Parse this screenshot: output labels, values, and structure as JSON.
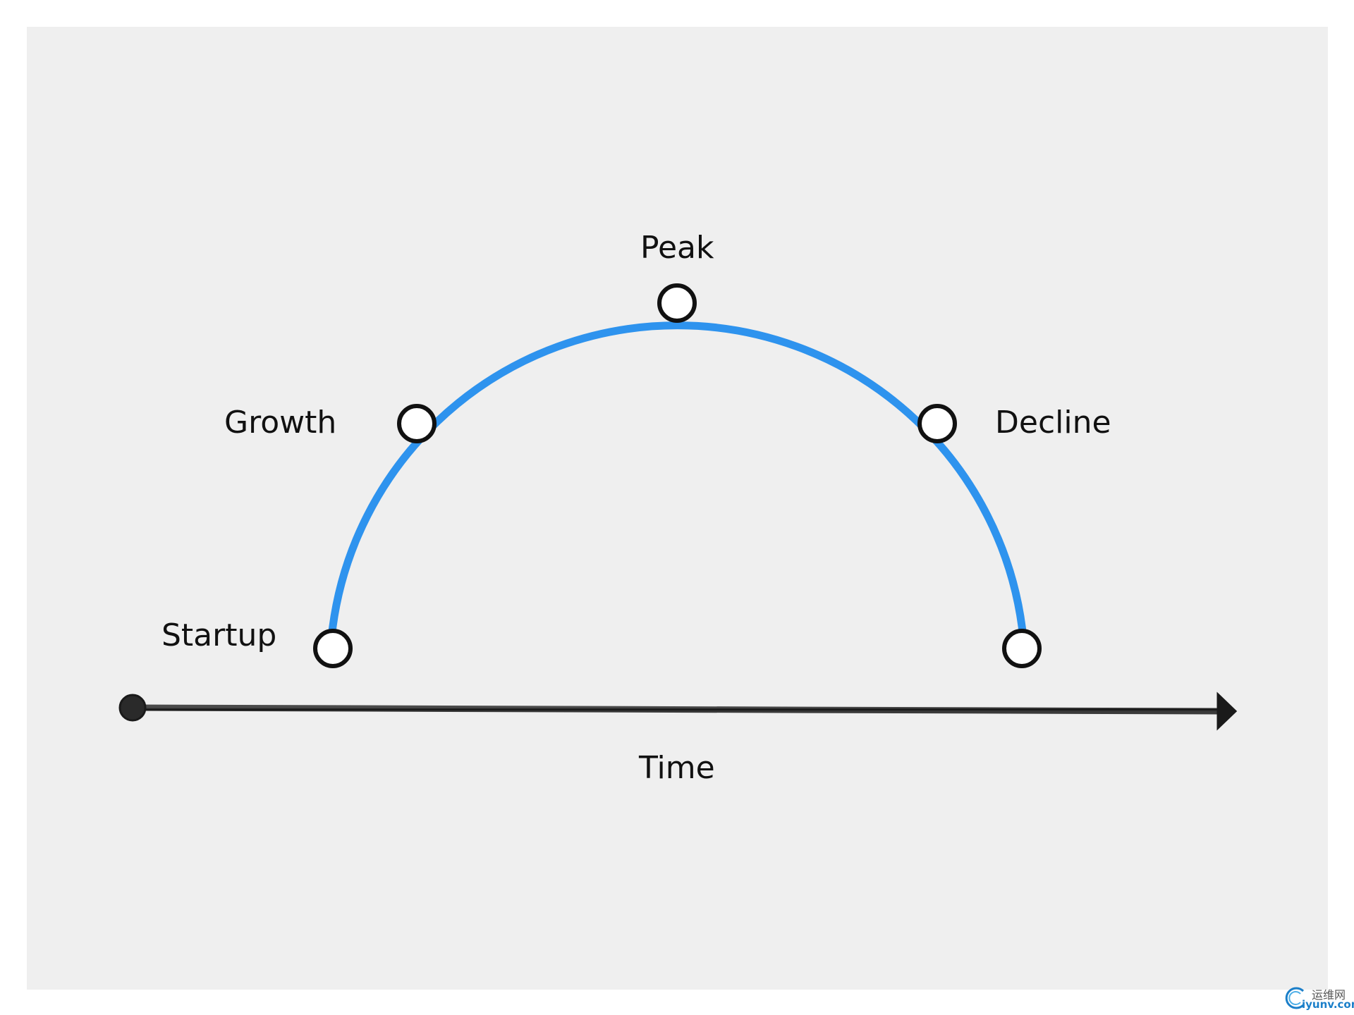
{
  "diagram": {
    "stages": [
      {
        "id": "startup",
        "label": "Startup"
      },
      {
        "id": "growth",
        "label": "Growth"
      },
      {
        "id": "peak",
        "label": "Peak"
      },
      {
        "id": "decline",
        "label": "Decline"
      },
      {
        "id": "end",
        "label": ""
      }
    ],
    "axis_label": "Time",
    "colors": {
      "curve": "#2e93ee",
      "node_fill": "#ffffff",
      "node_stroke": "#111111",
      "axis": "#1a1a1a",
      "background": "#efefef"
    }
  },
  "watermark": {
    "text_cn": "运维网",
    "text_en": "iyunv.com"
  }
}
